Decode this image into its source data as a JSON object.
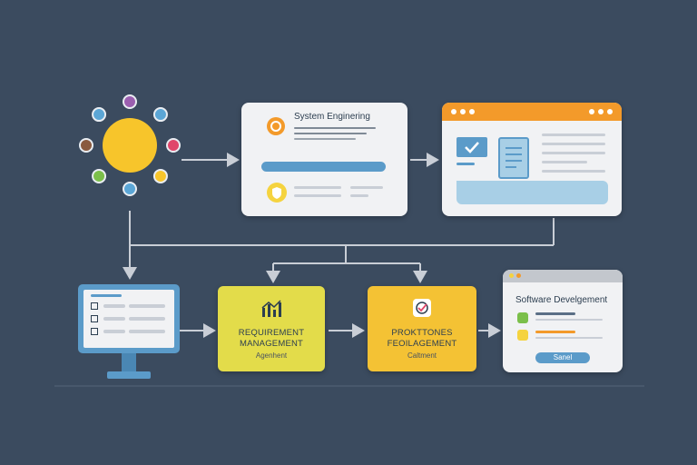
{
  "nodes": {
    "system_engineering": {
      "title": "System Enginering"
    },
    "requirement_management": {
      "line1": "REQUIREMENT",
      "line2": "MANAGEMENT",
      "sub": "Agenhent"
    },
    "project_management": {
      "line1": "PROKTTONES",
      "line2": "FEOILAGEMENT",
      "sub": "Caltment"
    },
    "software_development": {
      "title": "Software Develgement",
      "button_label": "Sanel"
    }
  },
  "icons": {
    "hub": "sun-hub-icon",
    "system_badge": "orange-gear-icon",
    "shield": "yellow-shield-icon",
    "chart": "bar-chart-icon",
    "check_badge": "check-badge-icon",
    "monitor": "monitor-checklist-icon",
    "browser": "browser-window-icon"
  },
  "colors": {
    "background": "#3b4b5f",
    "sun": "#f7c52b",
    "accent_orange": "#f39a2a",
    "accent_yellow": "#f5d33f",
    "accent_blue": "#5b9bc9",
    "green_yellow_box": "#e3dc4a",
    "orange_yellow_box": "#f4c234",
    "connector": "#c9ced6"
  },
  "hub_dots": [
    "#9b5fb0",
    "#5ba6d6",
    "#e0476b",
    "#f7c52b",
    "#5ba6d6",
    "#7bbf4a",
    "#8a5a3e",
    "#5ba6d6"
  ]
}
